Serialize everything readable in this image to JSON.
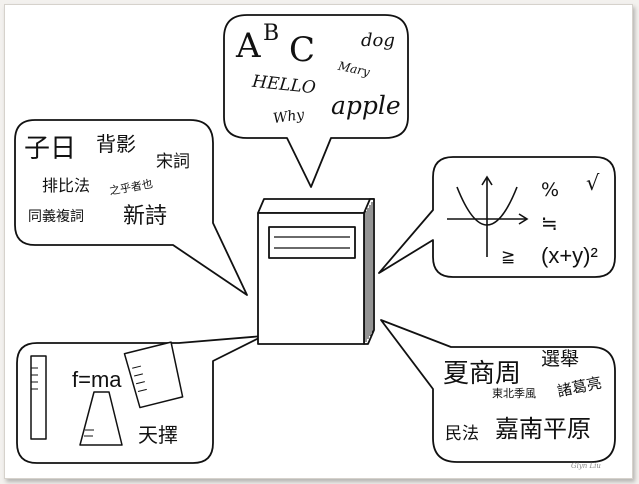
{
  "english_bubble": {
    "abc_a": "A",
    "abc_b": "B",
    "abc_c": "C",
    "dog": "dog",
    "mary": "Mary",
    "hello": "HELLO",
    "why": "Why",
    "apple": "apple"
  },
  "chinese_bubble": {
    "zi_yue": "子日",
    "bei_ying": "背影",
    "song_ci": "宋詞",
    "pai_bi_fa": "排比法",
    "zhi_hu_zhe_ye": "之乎者也",
    "tong_yi_fu_ci": "同義複詞",
    "xin_shi": "新詩"
  },
  "math_bubble": {
    "percent": "%",
    "sqrt": "√",
    "approx": "≒",
    "geq": "≧",
    "expression": "(x+y)²"
  },
  "science_bubble": {
    "formula": "f=ma",
    "tian_ze": "天擇"
  },
  "social_bubble": {
    "xia_shang_zhou": "夏商周",
    "xuan_ju": "選舉",
    "dong_bei_ji_feng": "東北季風",
    "zhu_ge_liang": "諸葛亮",
    "min_fa": "民法",
    "jia_nan_ping_yuan": "嘉南平原"
  },
  "signature": "Glyn Liu",
  "colors": {
    "stroke": "#111111",
    "fill": "#ffffff"
  }
}
